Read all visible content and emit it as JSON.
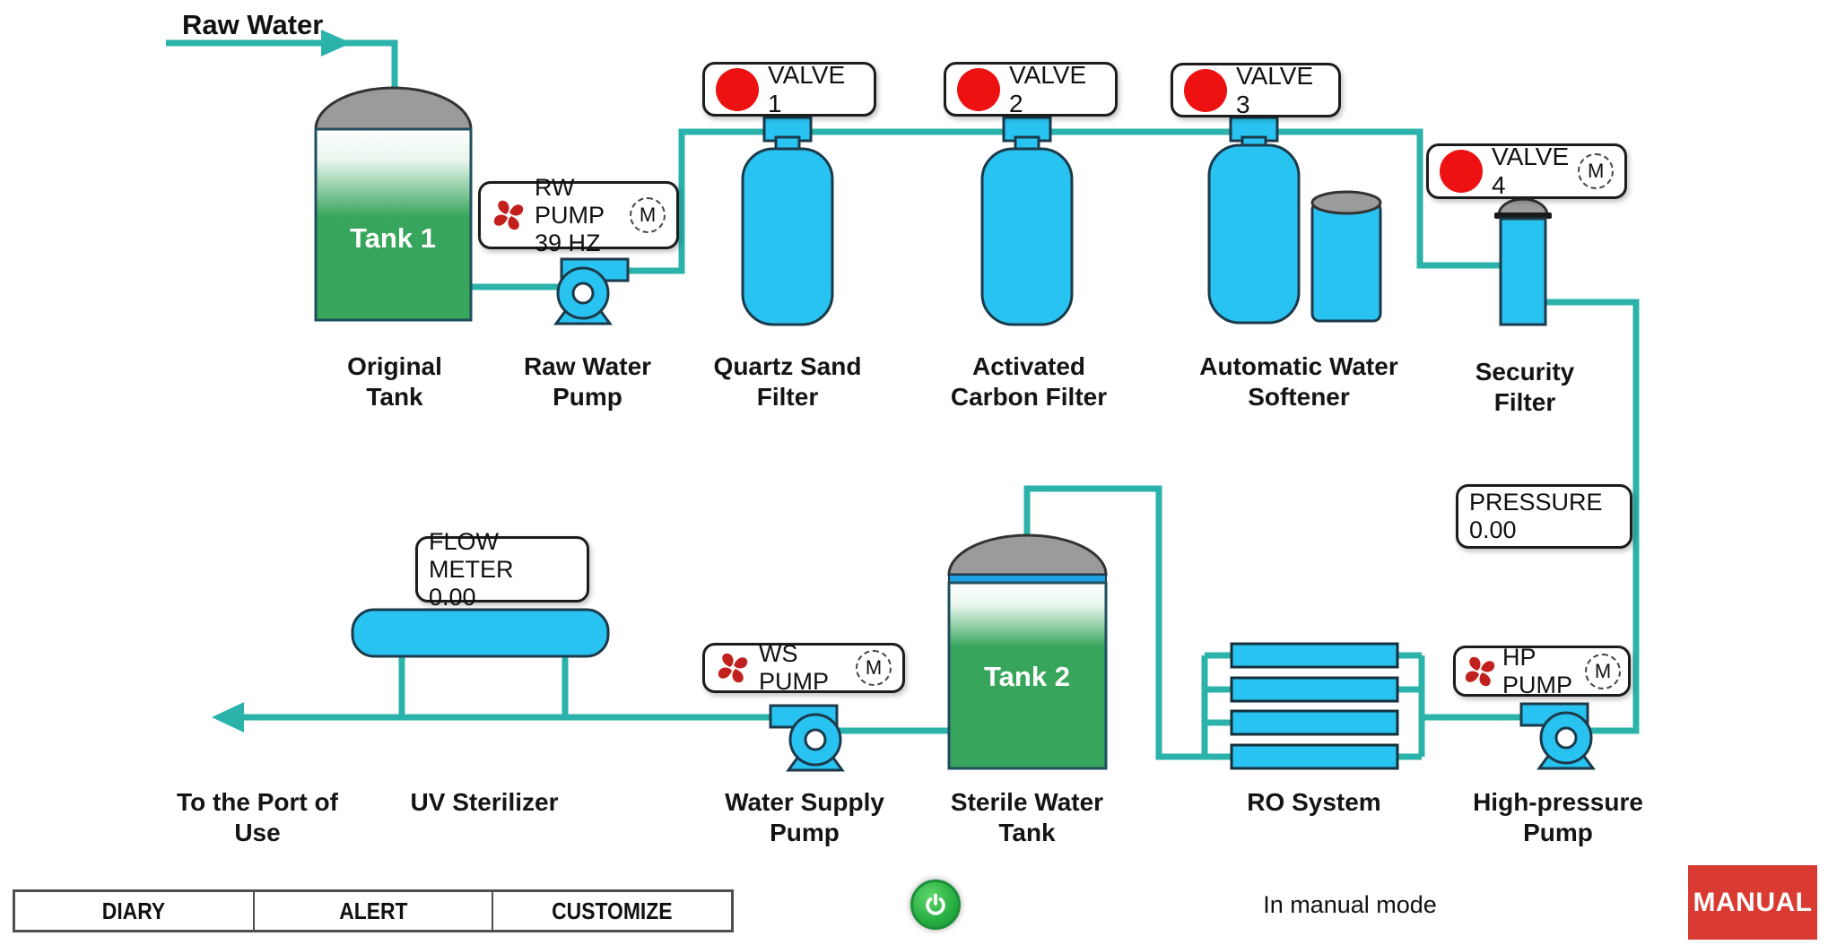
{
  "flow": {
    "raw_water": "Raw Water"
  },
  "tanks": {
    "tank1": "Tank 1",
    "tank2": "Tank 2"
  },
  "valves": {
    "v1": "VALVE 1",
    "v2": "VALVE 2",
    "v3": "VALVE 3",
    "v4": "VALVE 4",
    "motor": "M"
  },
  "pumps": {
    "rw": {
      "line1": "RW PUMP",
      "line2": "39 HZ"
    },
    "ws": "WS PUMP",
    "hp": "HP PUMP"
  },
  "meters": {
    "flow": {
      "label": "FLOW METER",
      "value": "0.00"
    },
    "pressure": {
      "label": "PRESSURE",
      "value": "0.00"
    }
  },
  "equipment_labels": {
    "original_tank": [
      "Original",
      "Tank"
    ],
    "raw_water_pump": [
      "Raw Water",
      "Pump"
    ],
    "quartz_sand_filter": [
      "Quartz Sand",
      "Filter"
    ],
    "activated_carbon_filter": [
      "Activated",
      "Carbon Filter"
    ],
    "automatic_water_softener": [
      "Automatic Water",
      "Softener"
    ],
    "security_filter": [
      "Security",
      "Filter"
    ],
    "to_port_of_use": [
      "To the Port of",
      "Use"
    ],
    "uv_sterilizer": [
      "UV Sterilizer"
    ],
    "water_supply_pump": [
      "Water Supply",
      "Pump"
    ],
    "sterile_water_tank": [
      "Sterile Water",
      "Tank"
    ],
    "ro_system": [
      "RO System"
    ],
    "high_pressure_pump": [
      "High-pressure",
      "Pump"
    ]
  },
  "bottom_bar": {
    "diary": "DIARY",
    "alert": "ALERT",
    "customize": "CUSTOMIZE",
    "mode_text": "In manual mode",
    "manual": "MANUAL"
  },
  "colors": {
    "pipe": "#2bb3ab",
    "equipment_fill": "#29c3f1",
    "equipment_stroke": "#1b3a4a",
    "tank_green": "#37a55b",
    "dome_gray": "#9b9b9b",
    "valve_indicator_red": "#ee1111",
    "fan_red": "#c2201d",
    "manual_red": "#d93a31",
    "power_green": "#2db04a",
    "tank2_stripe_blue": "#1f9fe0"
  }
}
